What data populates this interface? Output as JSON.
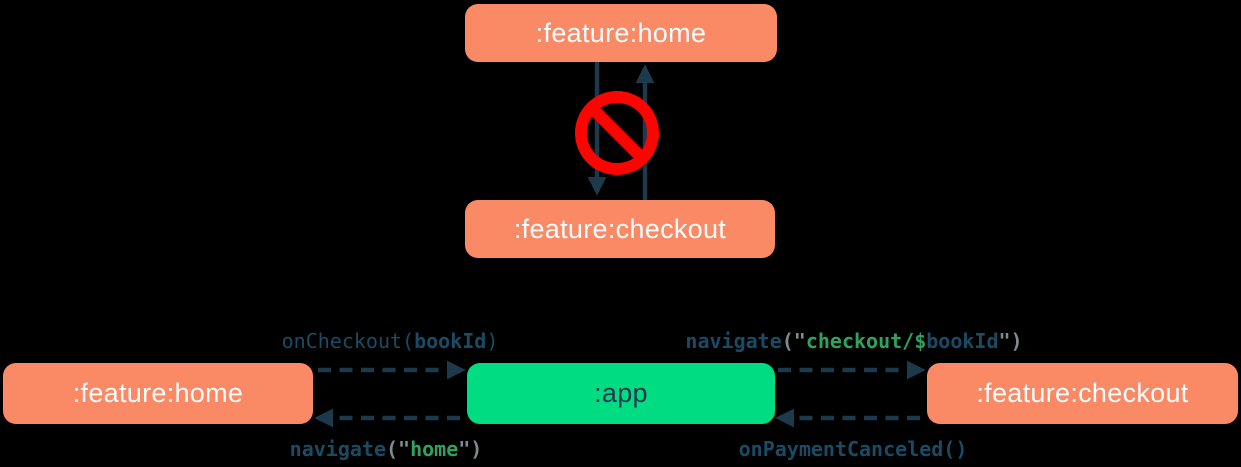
{
  "colors": {
    "background": "#000000",
    "feature_node": "#FA8A66",
    "app_node": "#00DC82",
    "node_text_on_feature": "#FCFCFC",
    "node_text_on_app": "#17384E",
    "arrow": "#1C3A4C",
    "code_identifier": "#1A4B64",
    "code_string": "#2FA35E",
    "code_punctuation": "#7E8C8E",
    "no_entry_red": "#FB0500"
  },
  "top_diagram": {
    "nodes": [
      {
        "id": "feature-home",
        "label": ":feature:home"
      },
      {
        "id": "feature-checkout",
        "label": ":feature:checkout"
      }
    ],
    "edges": [
      {
        "from": "feature-home",
        "to": "feature-checkout",
        "style": "solid-arrow"
      },
      {
        "from": "feature-checkout",
        "to": "feature-home",
        "style": "solid-arrow"
      }
    ],
    "no_entry_icon": "no-entry"
  },
  "bottom_diagram": {
    "nodes": [
      {
        "id": "feature-home",
        "label": ":feature:home"
      },
      {
        "id": "app",
        "label": ":app"
      },
      {
        "id": "feature-checkout",
        "label": ":feature:checkout"
      }
    ],
    "edges": [
      {
        "from": "feature-home",
        "to": "app",
        "style": "dashed-arrow",
        "code": "onCheckout(bookId)",
        "parts": [
          {
            "text": "onCheckout",
            "role": "identifier"
          },
          {
            "text": "(",
            "role": "identifier"
          },
          {
            "text": "bookId",
            "role": "identifier-bold"
          },
          {
            "text": ")",
            "role": "identifier"
          }
        ]
      },
      {
        "from": "app",
        "to": "feature-home",
        "style": "dashed-arrow",
        "code": "navigate(\"home\")",
        "parts": [
          {
            "text": "navigate",
            "role": "identifier-bold"
          },
          {
            "text": "(\"",
            "role": "punctuation"
          },
          {
            "text": "home",
            "role": "string"
          },
          {
            "text": "\")",
            "role": "punctuation"
          }
        ]
      },
      {
        "from": "app",
        "to": "feature-checkout",
        "style": "dashed-arrow",
        "code": "navigate(\"checkout/$bookId\")",
        "parts": [
          {
            "text": "navigate",
            "role": "identifier-bold"
          },
          {
            "text": "(\"",
            "role": "punctuation"
          },
          {
            "text": "checkout/$",
            "role": "string"
          },
          {
            "text": "bookId",
            "role": "identifier-bold"
          },
          {
            "text": "\")",
            "role": "punctuation"
          }
        ]
      },
      {
        "from": "feature-checkout",
        "to": "app",
        "style": "dashed-arrow",
        "code": "onPaymentCanceled()",
        "parts": [
          {
            "text": "onPaymentCanceled()",
            "role": "identifier-bold"
          }
        ]
      }
    ]
  }
}
